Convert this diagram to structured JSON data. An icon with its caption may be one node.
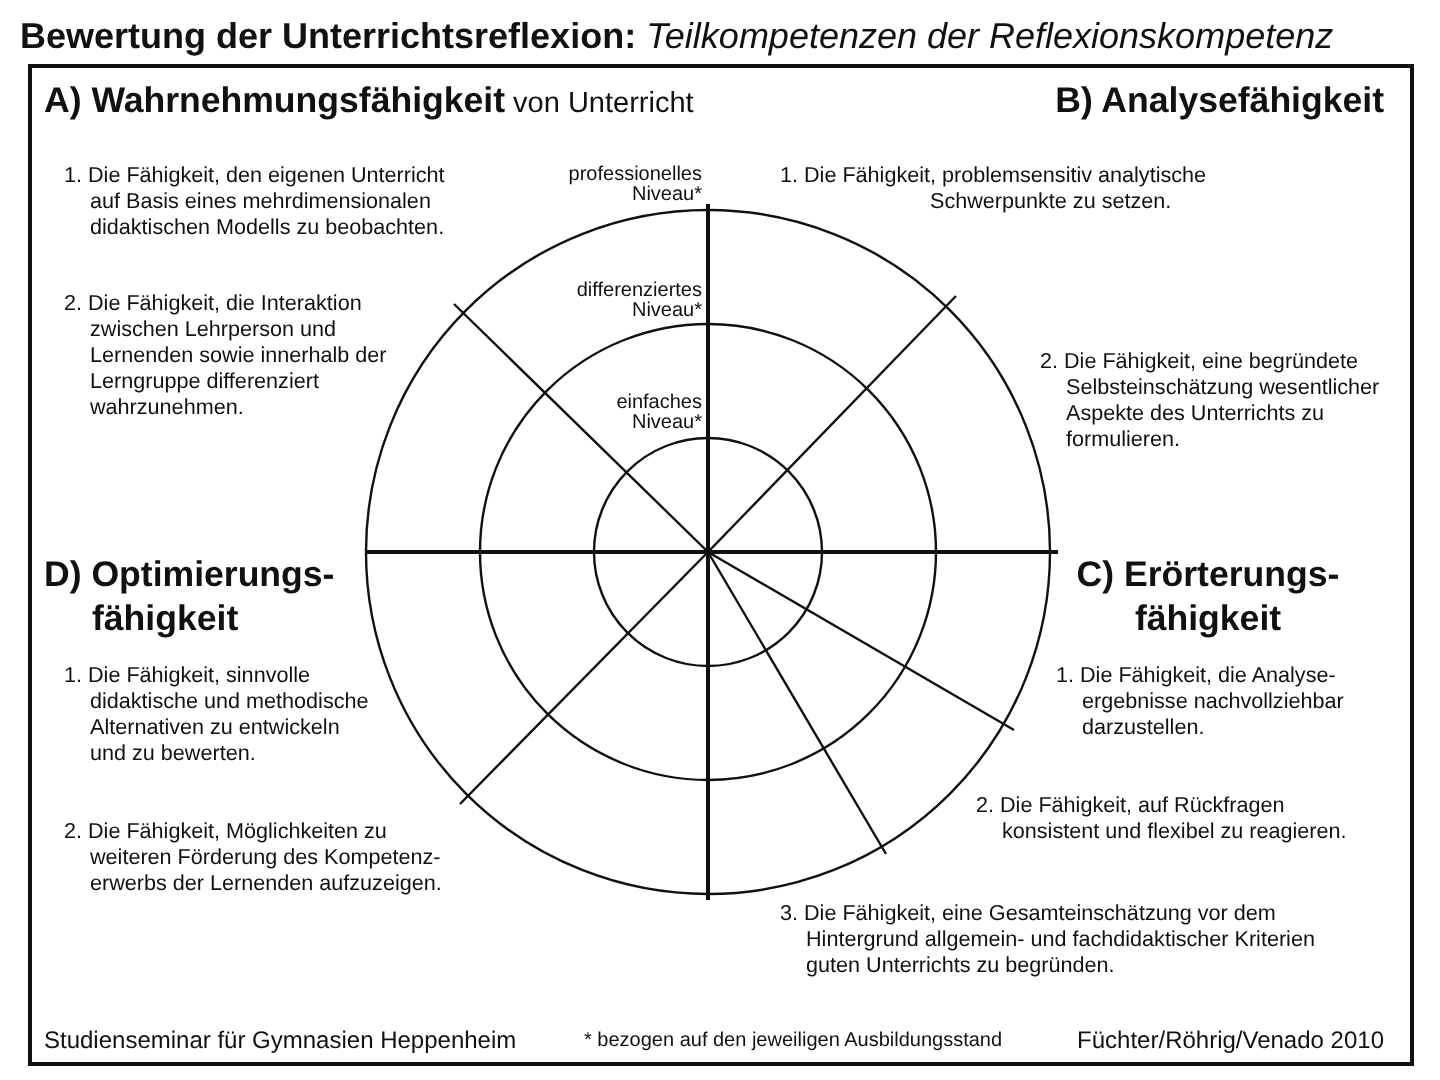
{
  "diagram": {
    "title": "**Bewertung der Unterrichtsreflexion:** *Teilkompetenzen der Reflexionskompetenz*",
    "labels": [
      "**A) Wahrnehmungsfähigkeit** von Unterricht",
      "B) Analysefähigkeit",
      "1. Die Fähigkeit, den eigenen Unterricht auf Basis eines mehrdimensionalen didaktischen Modells zu beobachten.",
      "professionelles Niveau*",
      "1. Die Fähigkeit, problemsensitiv analytische Schwerpunkte zu setzen.",
      "differenziertes Niveau*",
      "2. Die Fähigkeit, die Interaktion zwischen Lehrperson und Lernenden sowie innerhalb der Lerngruppe differenziert wahrzunehmen.",
      "einfaches Niveau*",
      "2. Die Fähigkeit, eine begründete Selbsteinschätzung wesentlicher Aspekte des Unterrichts zu formulieren.",
      "D) Optimierungs- fähigkeit",
      "C) Erörterungs- fähigkeit",
      "1. Die Fähigkeit, sinnvolle didaktische und methodische Alternativen zu entwickeln und zu bewerten.",
      "1. Die Fähigkeit, die Analyse- ergebnisse nachvollziehbar darzustellen.",
      "2. Die Fähigkeit, auf Rückfragen konsistent und flexibel zu reagieren.",
      "2. Die Fähigkeit, Möglichkeiten zu weiteren Förderung des Kompetenz- erwerbs der Lernenden aufzuzeigen.",
      "3. Die Fähigkeit, eine Gesamteinschätzung vor dem Hintergrund allgemein- und fachdidaktischer Kriterien guten Unterrichts zu begründen.",
      "Studienseminar für Gymnasien Heppenheim",
      "* bezogen auf den jeweiligen Ausbildungsstand",
      "Füchter/Röhrig/Venado 2010"
    ]
  }
}
